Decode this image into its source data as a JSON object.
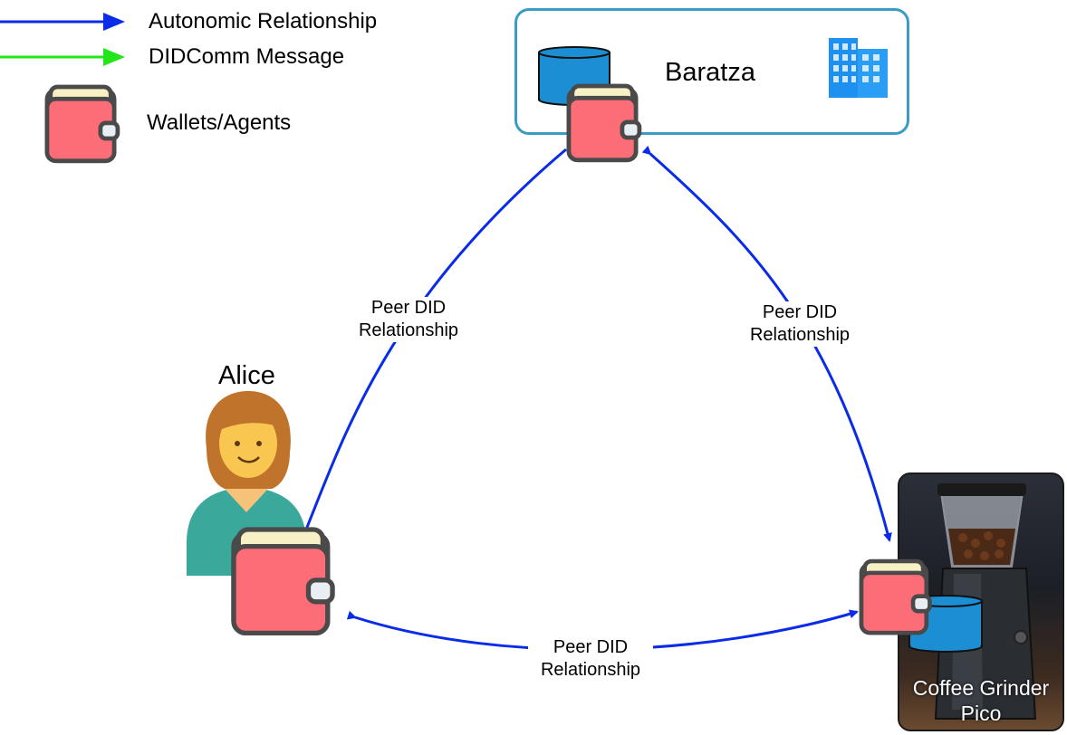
{
  "legend": {
    "autonomic_label": "Autonomic Relationship",
    "didcomm_label": "DIDComm Message",
    "wallets_label": "Wallets/Agents",
    "autonomic_color": "#0a2be8",
    "didcomm_color": "#22e61a"
  },
  "nodes": {
    "org_name": "Baratza",
    "person_name": "Alice",
    "device_name": "Coffee Grinder Pico"
  },
  "edges": {
    "left_label": "Peer DID Relationship",
    "right_label": "Peer DID Relationship",
    "bottom_label": "Peer DID Relationship"
  },
  "icons": [
    "wallet-icon",
    "database-icon",
    "building-icon",
    "person-icon",
    "coffee-grinder-photo"
  ],
  "colors": {
    "wallet": "#fd6d78",
    "wallet_outline": "#4a4a4a",
    "database": "#1c8fd4",
    "org_border": "#3a9cc4",
    "building": "#1e90ef"
  }
}
